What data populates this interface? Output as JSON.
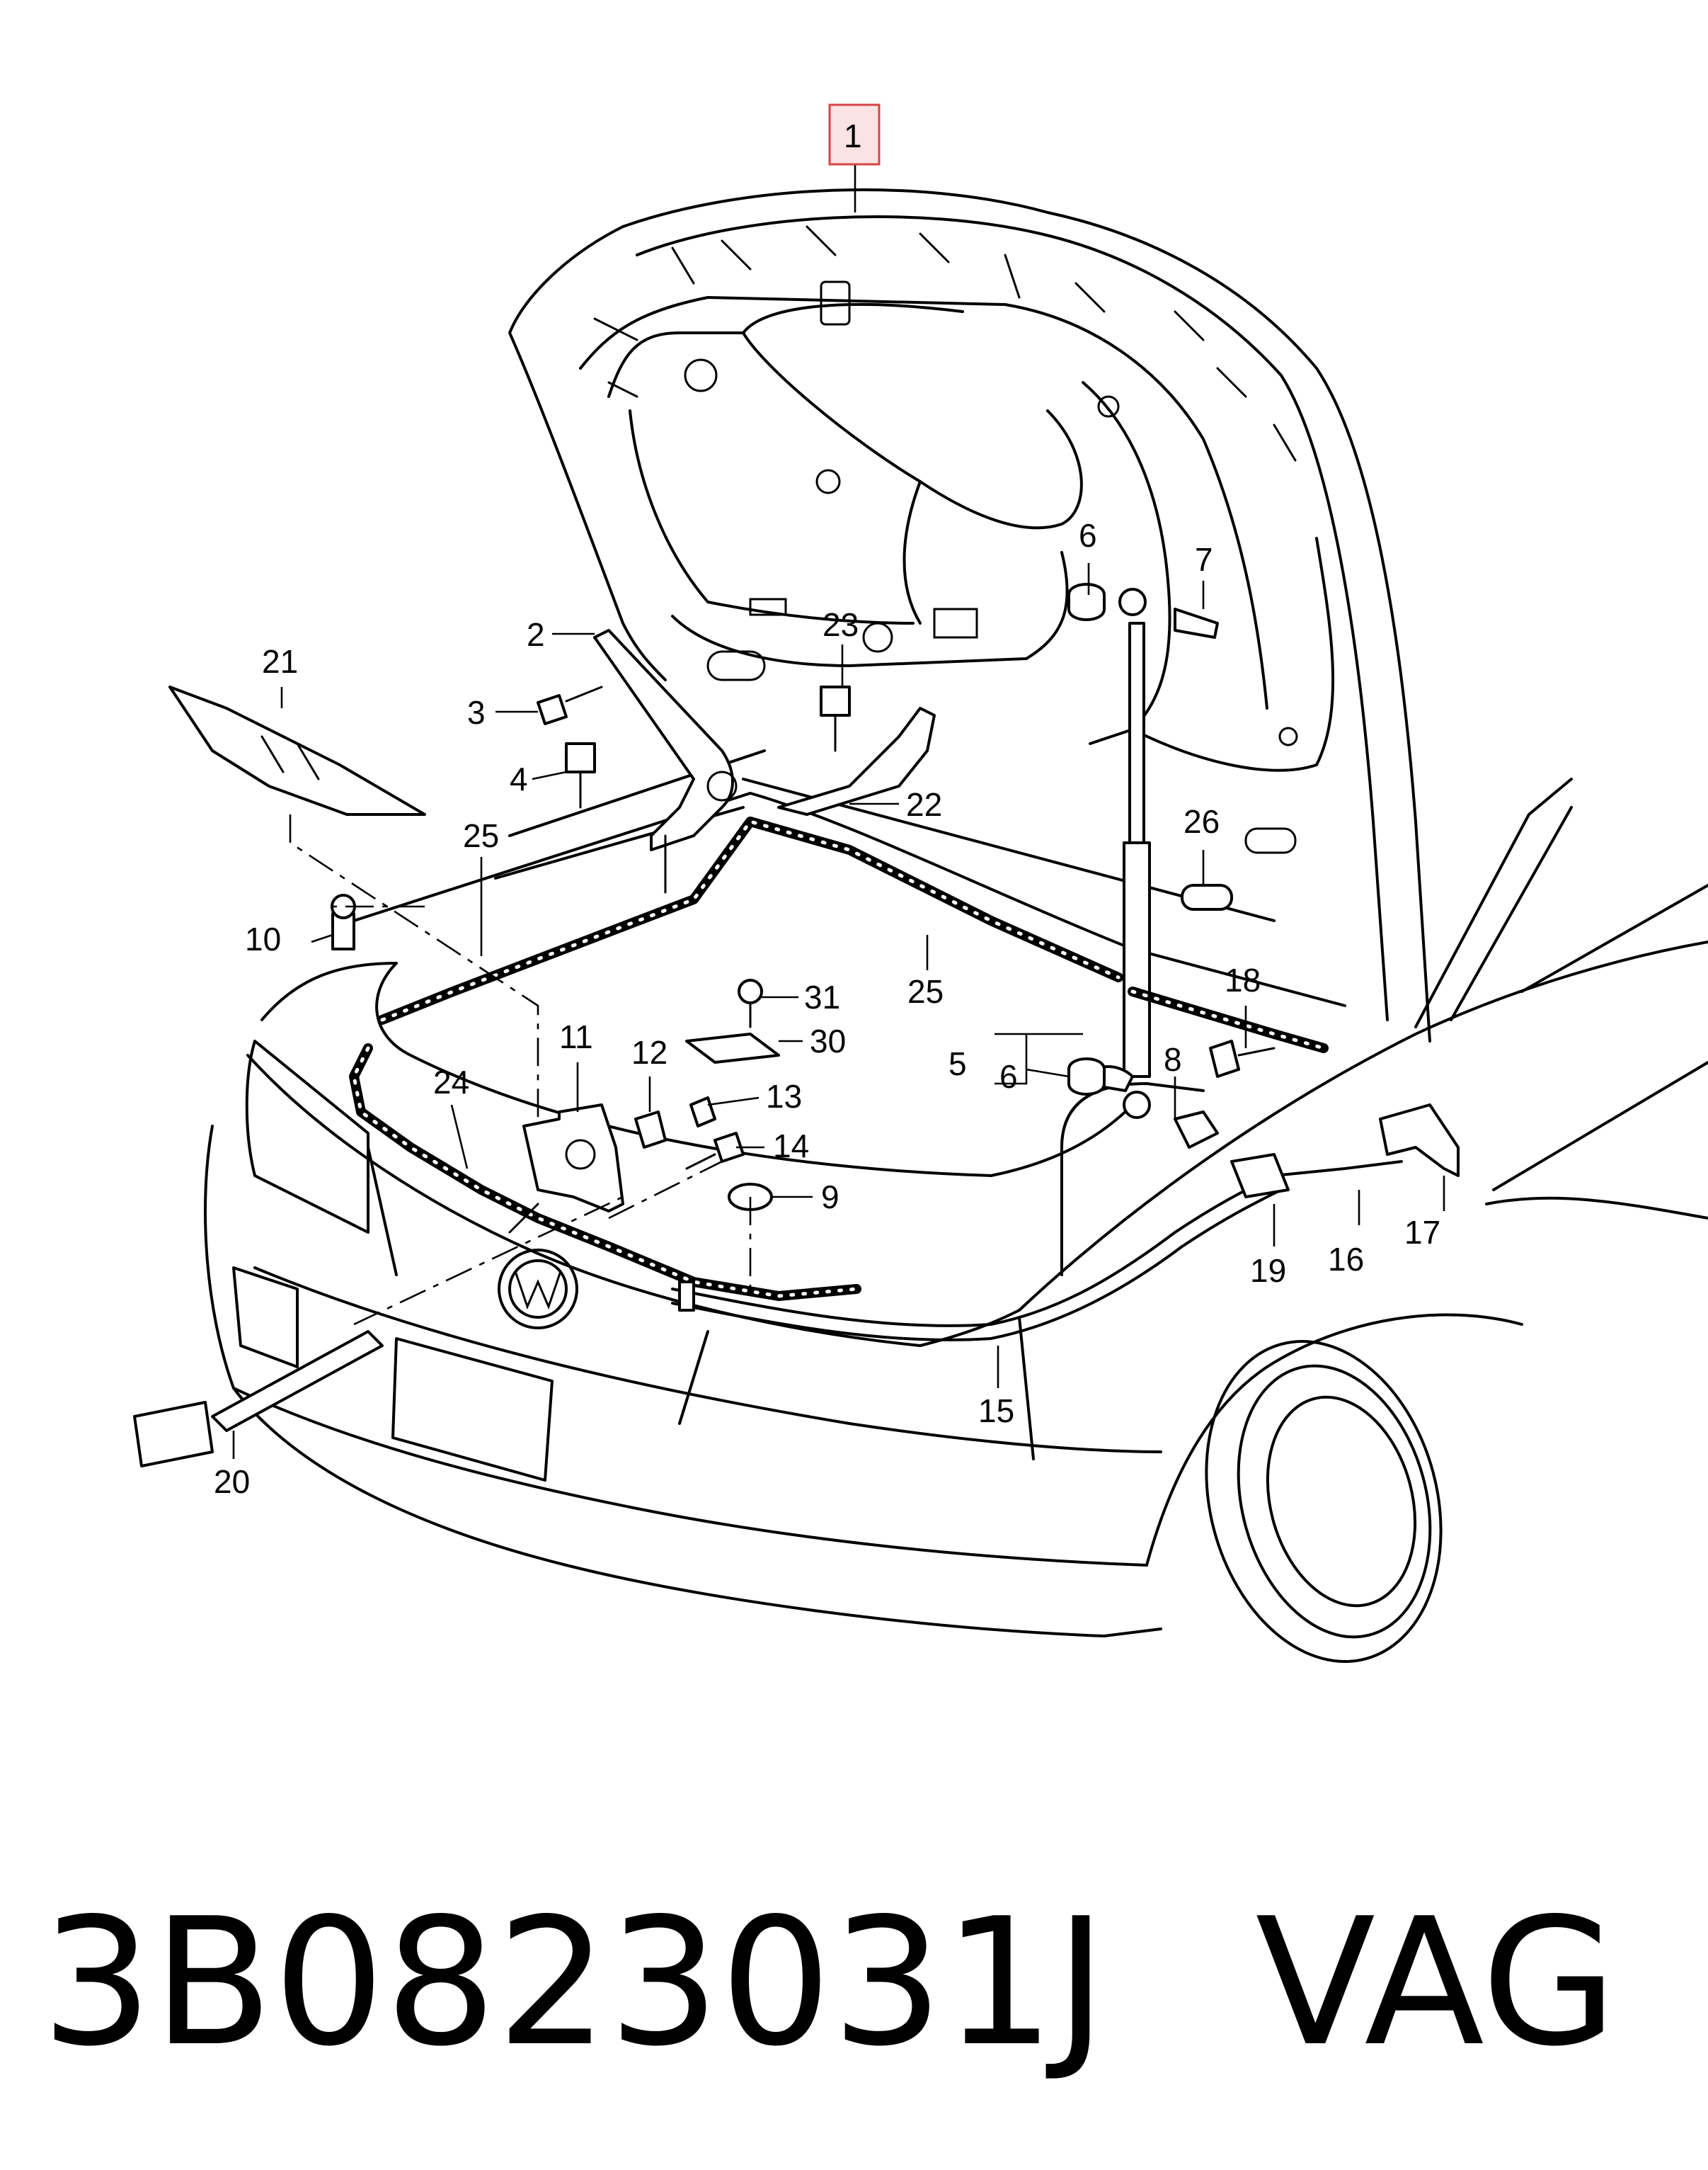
{
  "diagram": {
    "highlight_color": "#d64545",
    "callouts": {
      "c1": "1",
      "c2": "2",
      "c3": "3",
      "c4": "4",
      "c5": "5",
      "c6a": "6",
      "c6b": "6",
      "c7": "7",
      "c8": "8",
      "c9": "9",
      "c10": "10",
      "c11": "11",
      "c12": "12",
      "c13": "13",
      "c14": "14",
      "c15": "15",
      "c16": "16",
      "c17": "17",
      "c18": "18",
      "c19": "19",
      "c20": "20",
      "c21": "21",
      "c22": "22",
      "c23": "23",
      "c24": "24",
      "c25a": "25",
      "c25b": "25",
      "c26": "26",
      "c30": "30",
      "c31": "31"
    }
  },
  "footer": {
    "part_number": "3B0823031J",
    "brand": "VAG"
  }
}
